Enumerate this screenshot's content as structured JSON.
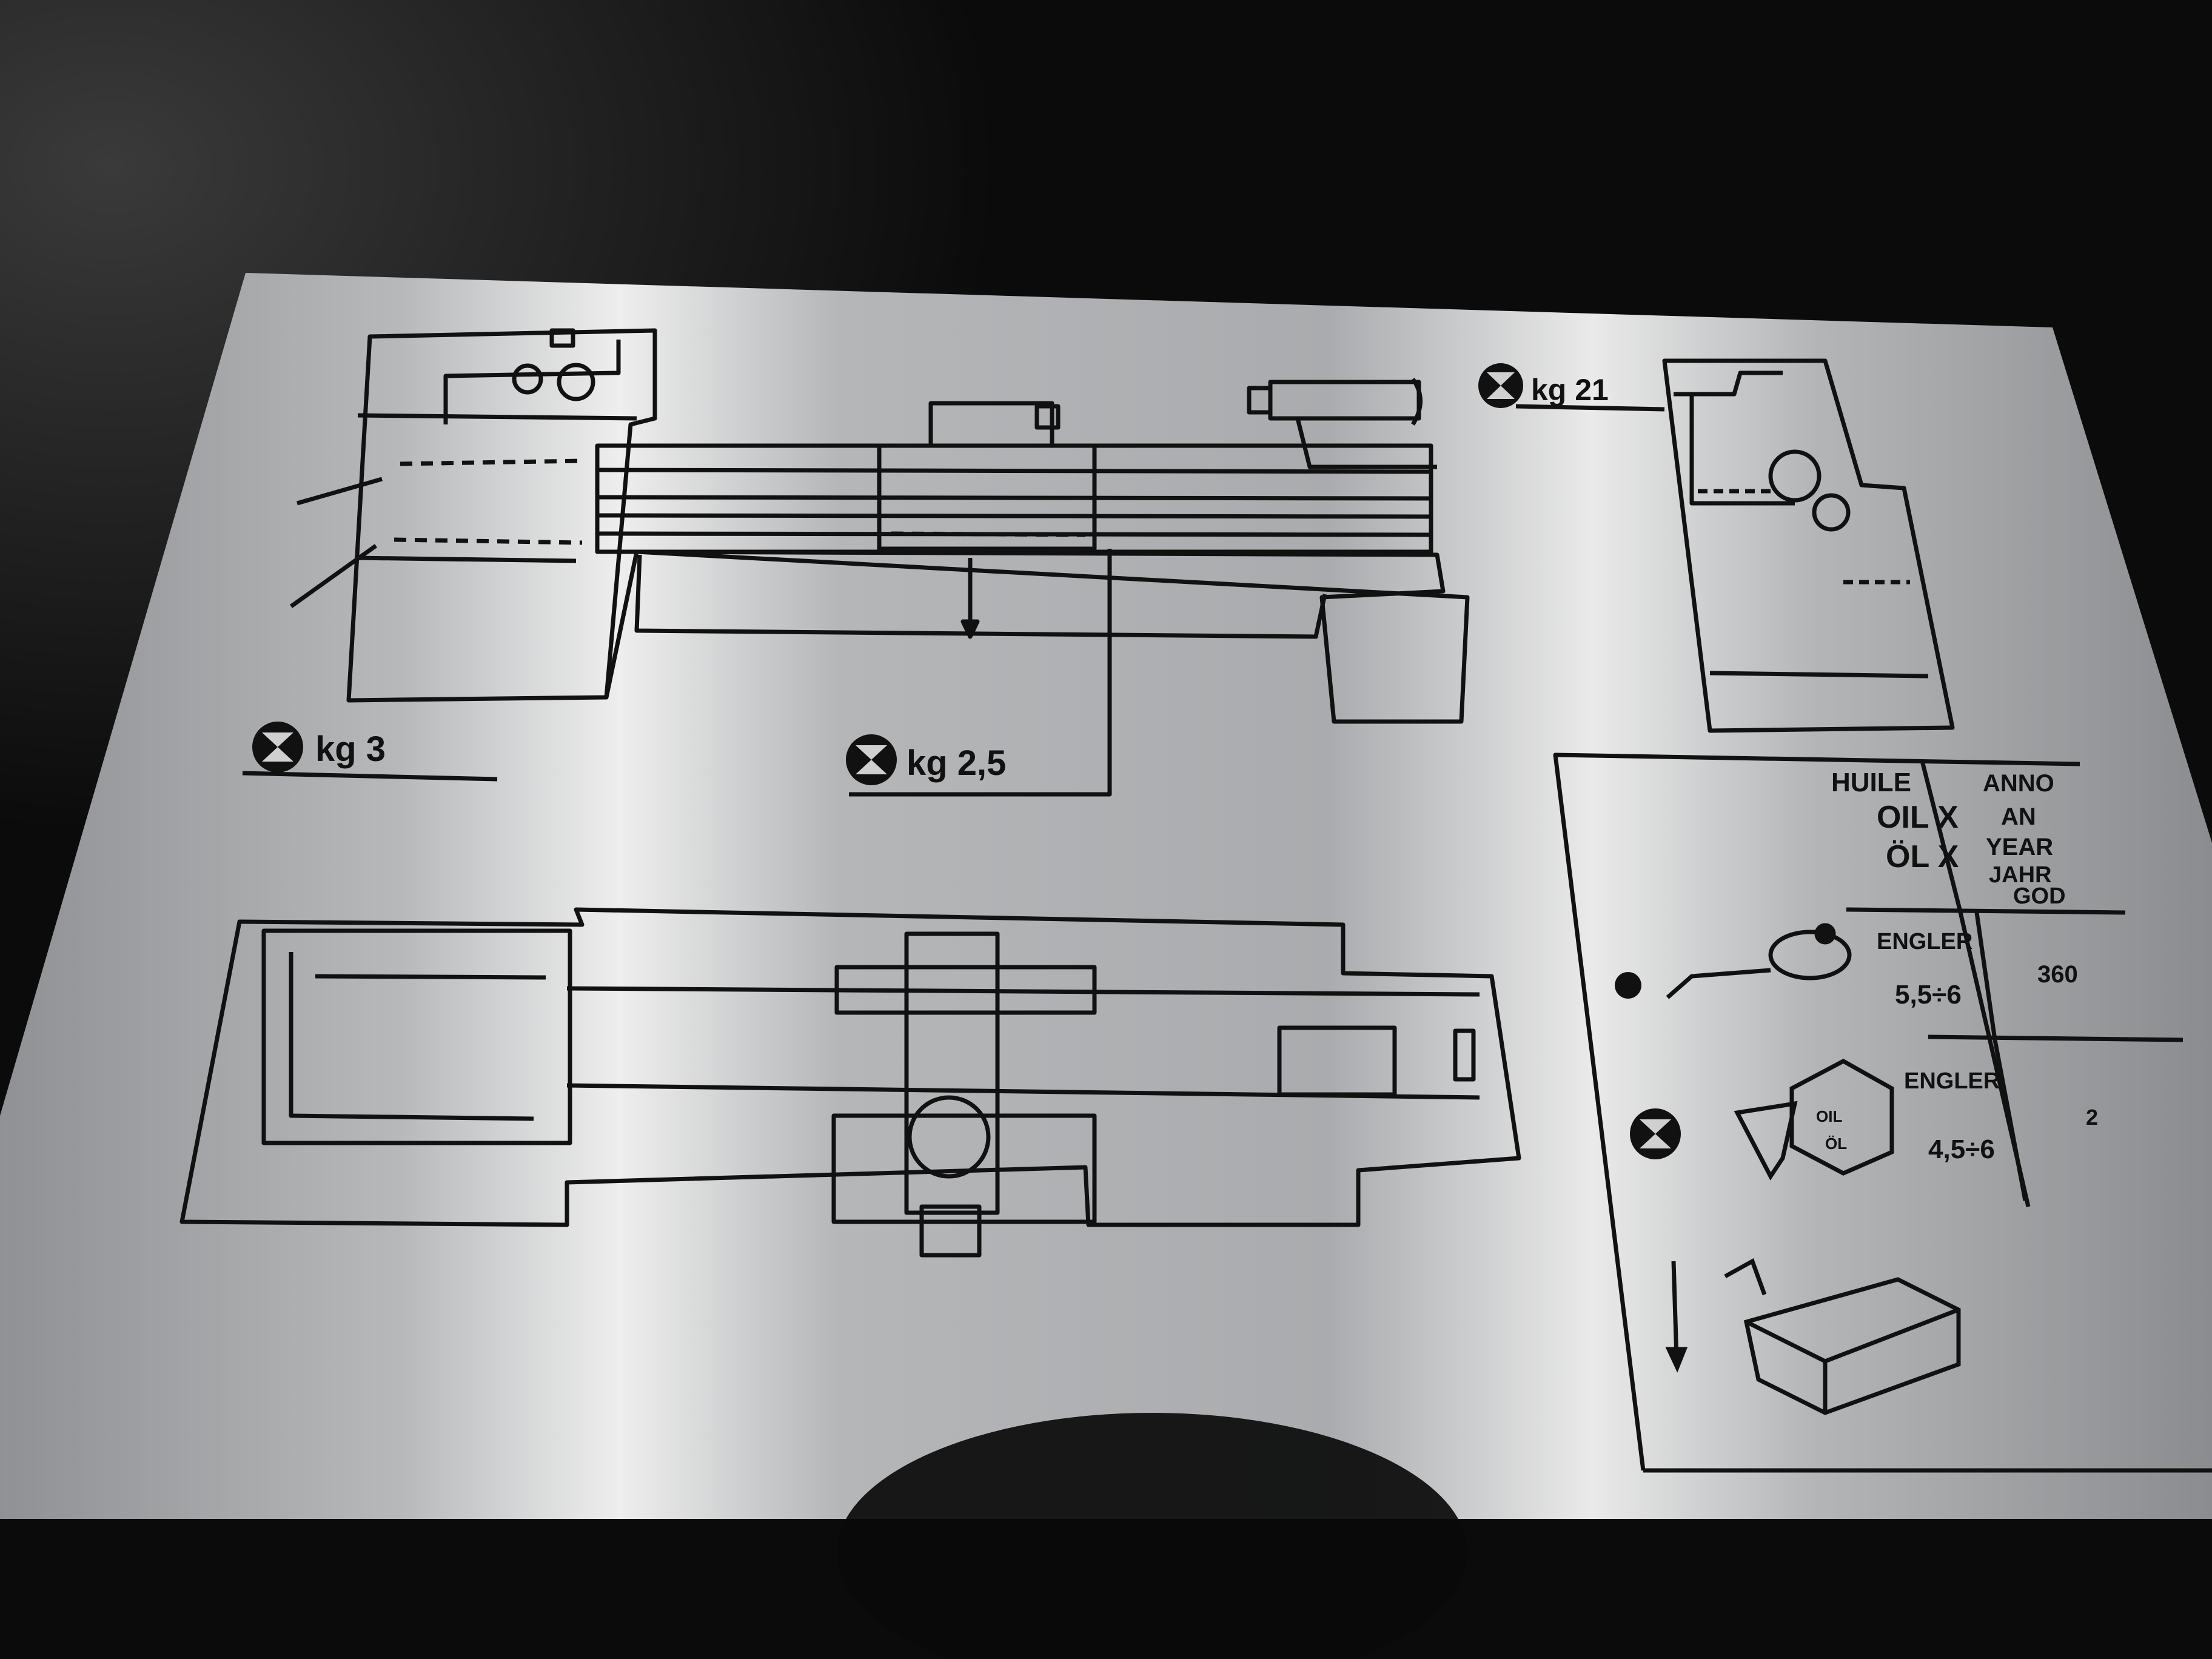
{
  "plate": {
    "headstock_capacity": "kg 3",
    "apron_capacity": "kg 2,5",
    "gearbox_capacity": "kg 21"
  },
  "table": {
    "oil_header": [
      "HUILE",
      "OIL X",
      "ÖL X"
    ],
    "period_header": [
      "ANNO",
      "AN",
      "YEAR",
      "JAHR",
      "GOD"
    ],
    "rows": [
      {
        "symbol": "dot",
        "grade_label": "ENGLER",
        "grade_value": "5,5÷6",
        "period": "360"
      },
      {
        "symbol": "drain",
        "grade_label": "ENGLER",
        "grade_value": "4,5÷6",
        "period": "2"
      }
    ],
    "can_label": [
      "OIL",
      "ÖL"
    ]
  },
  "colors": {
    "plate": "#b9bbbd",
    "ink": "#111111",
    "background": "#0b0b0b"
  },
  "icons": [
    "oil-drain-symbol",
    "oil-can-icon",
    "funnel-canister-icon",
    "drain-tray-icon"
  ]
}
